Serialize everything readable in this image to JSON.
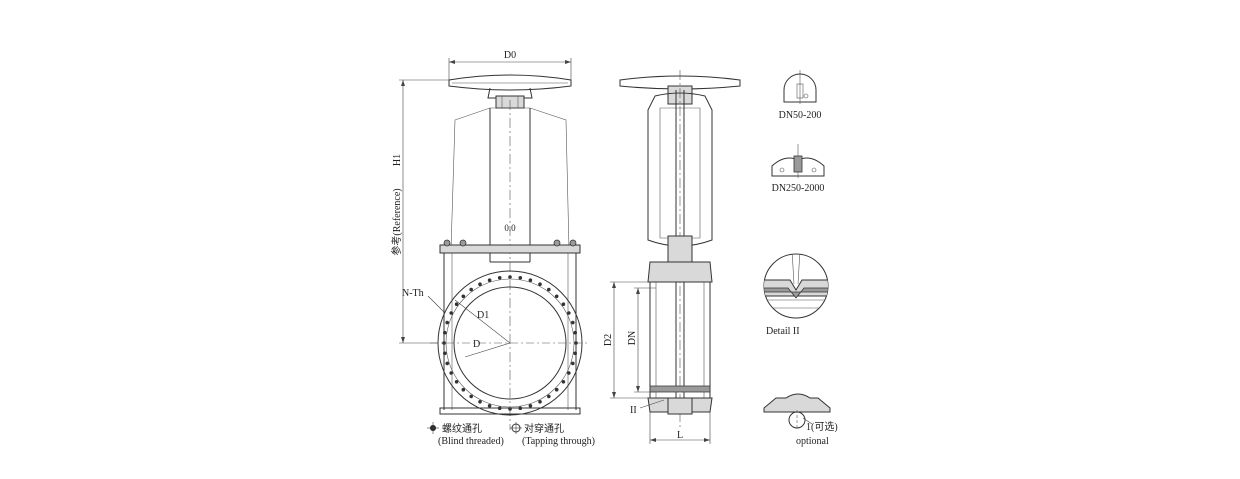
{
  "dimensions": {
    "d0": "D0",
    "h1": "H1",
    "reference": "参考(Reference)",
    "n_th": "N-Th",
    "d1": "D1",
    "d": "D",
    "d2": "D2",
    "dn": "DN",
    "l": "L",
    "ii": "II",
    "stem_mark": "0.0"
  },
  "legend": {
    "blind_cn": "螺纹通孔",
    "blind_en": "(Blind threaded)",
    "tapping_cn": "对穿通孔",
    "tapping_en": "(Tapping through)"
  },
  "details": {
    "dn_small": "DN50-200",
    "dn_large": "DN250-2000",
    "detail_ii": "Detail II",
    "optional_cn": "1(可选)",
    "optional_en": "optional"
  }
}
